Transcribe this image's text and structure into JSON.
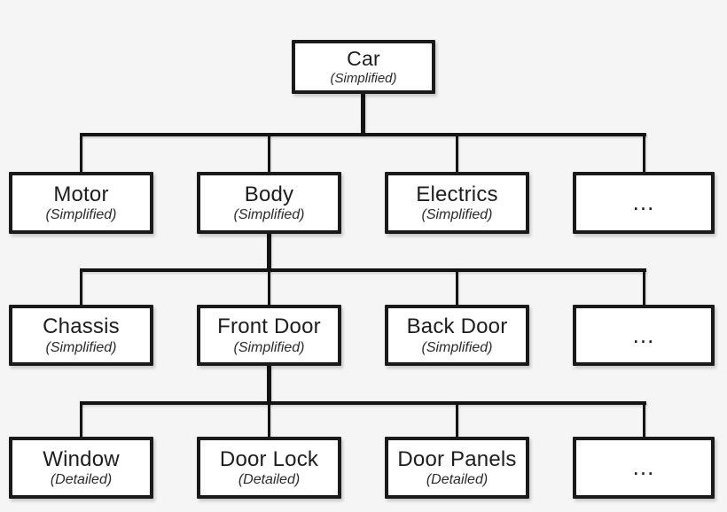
{
  "diagram": {
    "type": "hierarchy-tree",
    "background_color": "#f5f5f5",
    "box_fill_color": "#ffffff",
    "box_border_color": "#1a1a1a",
    "line_color": "#131313",
    "root": {
      "title": "Car",
      "subtitle": "(Simplified)"
    },
    "level2": [
      {
        "title": "Motor",
        "subtitle": "(Simplified)"
      },
      {
        "title": "Body",
        "subtitle": "(Simplified)"
      },
      {
        "title": "Electrics",
        "subtitle": "(Simplified)"
      },
      {
        "title": "...",
        "subtitle": ""
      }
    ],
    "level3": [
      {
        "title": "Chassis",
        "subtitle": "(Simplified)"
      },
      {
        "title": "Front Door",
        "subtitle": "(Simplified)"
      },
      {
        "title": "Back Door",
        "subtitle": "(Simplified)"
      },
      {
        "title": "...",
        "subtitle": ""
      }
    ],
    "level4": [
      {
        "title": "Window",
        "subtitle": "(Detailed)"
      },
      {
        "title": "Door Lock",
        "subtitle": "(Detailed)"
      },
      {
        "title": "Door Panels",
        "subtitle": "(Detailed)"
      },
      {
        "title": "...",
        "subtitle": ""
      }
    ],
    "edges": [
      "Car->Motor",
      "Car->Body",
      "Car->Electrics",
      "Car->...",
      "Body->Chassis",
      "Body->Front Door",
      "Body->Back Door",
      "Body->...",
      "Front Door->Window",
      "Front Door->Door Lock",
      "Front Door->Door Panels",
      "Front Door->..."
    ]
  }
}
